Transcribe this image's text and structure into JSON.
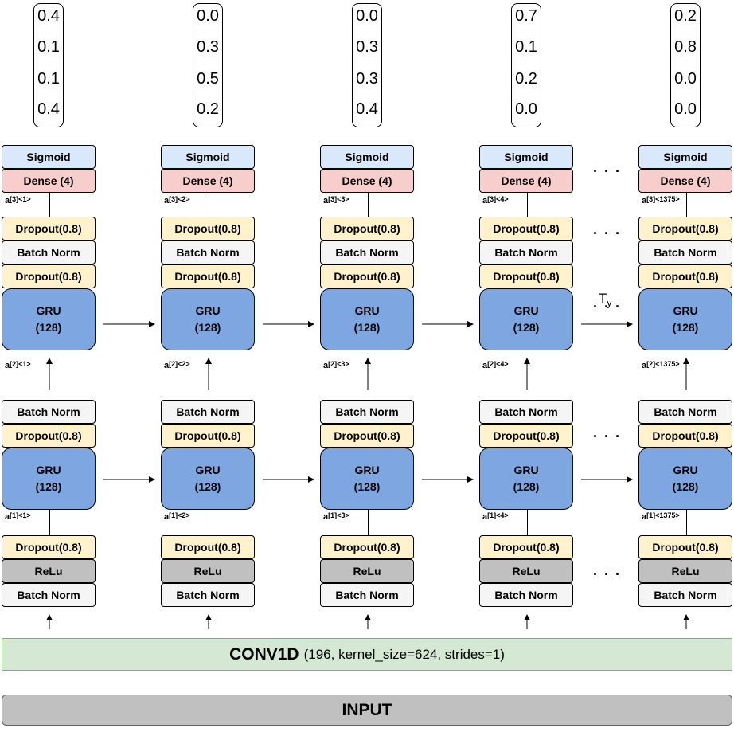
{
  "labels": {
    "sigmoid": "Sigmoid",
    "dense": "Dense (4)",
    "dropout": "Dropout(0.8)",
    "batch_norm": "Batch Norm",
    "gru": "GRU",
    "gru_units": "(128)",
    "relu": "ReLu"
  },
  "timesteps": [
    {
      "outputs": [
        "0.4",
        "0.1",
        "0.1",
        "0.4"
      ],
      "t": "<1>"
    },
    {
      "outputs": [
        "0.0",
        "0.3",
        "0.5",
        "0.2"
      ],
      "t": "<2>"
    },
    {
      "outputs": [
        "0.0",
        "0.3",
        "0.3",
        "0.4"
      ],
      "t": "<3>"
    },
    {
      "outputs": [
        "0.7",
        "0.1",
        "0.2",
        "0.0"
      ],
      "t": "<4>"
    },
    {
      "outputs": [
        "0.2",
        "0.8",
        "0.0",
        "0.0"
      ],
      "t": "<1375>"
    }
  ],
  "activation_prefix": "a",
  "layer_tags": {
    "l1": "[1]",
    "l2": "[2]",
    "l3": "[3]"
  },
  "ellipsis": ". . .",
  "ty": {
    "base": "T",
    "sub": "y"
  },
  "conv": {
    "title": "CONV1D",
    "params": "(196, kernel_size=624, strides=1)"
  },
  "input": "INPUT",
  "colors": {
    "sigmoid": "#dae8fc",
    "dense": "#f8cecc",
    "dropout": "#fff2cc",
    "batch_norm": "#f5f5f5",
    "gru": "#7ea6e0",
    "relu": "#c0c0c0",
    "conv": "#d5e8d4",
    "input": "#c0c0c0"
  }
}
